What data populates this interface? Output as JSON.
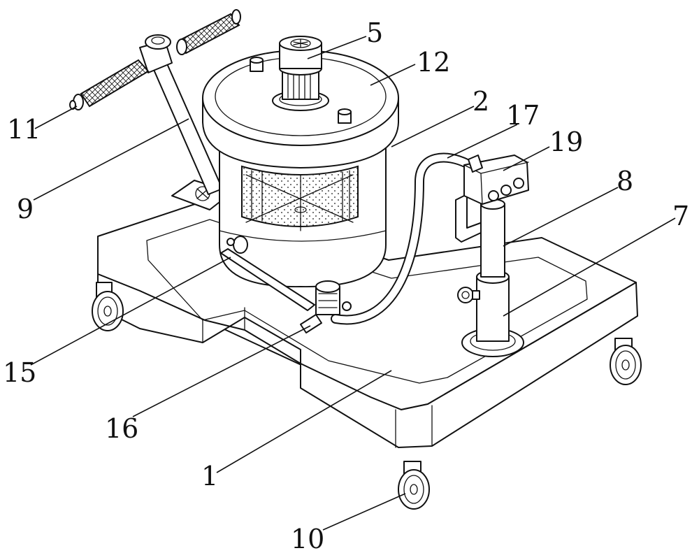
{
  "labels": {
    "l1": "1",
    "l2": "2",
    "l5": "5",
    "l7": "7",
    "l8": "8",
    "l9": "9",
    "l10": "10",
    "l11": "11",
    "l12": "12",
    "l15": "15",
    "l16": "16",
    "l17": "17",
    "l19": "19"
  }
}
